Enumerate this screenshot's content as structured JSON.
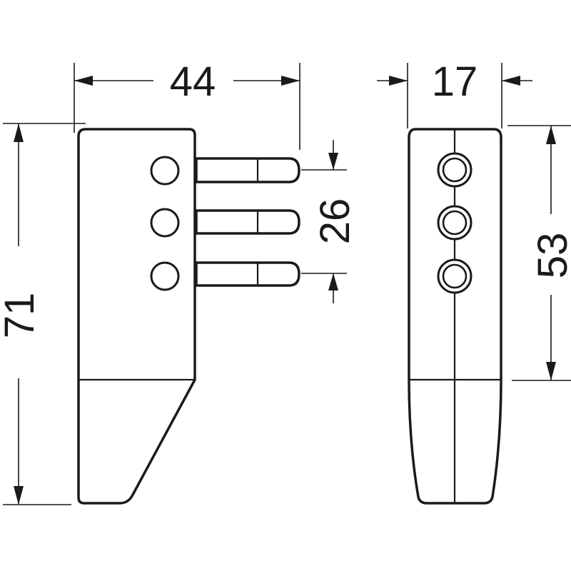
{
  "dimensions": {
    "width_front": "44",
    "width_side": "17",
    "height_total": "71",
    "height_side": "53",
    "pin_spacing": "26"
  },
  "colors": {
    "line": "#1a1a1a",
    "background": "#ffffff"
  }
}
